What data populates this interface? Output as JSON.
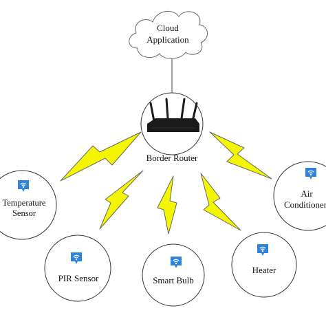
{
  "cloud": {
    "line1": "Cloud",
    "line2": "Application"
  },
  "router": {
    "label": "Border Router"
  },
  "devices": {
    "temperature": {
      "line1": "Temperature",
      "line2": "Sensor"
    },
    "air": {
      "line1": "Air",
      "line2": "Conditioner"
    },
    "pir": {
      "label": "PIR Sensor"
    },
    "bulb": {
      "label": "Smart Bulb"
    },
    "heater": {
      "label": "Heater"
    }
  },
  "icons": {
    "device_badge": "wifi-badge-icon",
    "link": "lightning-bolt-icon",
    "router": "wifi-router-icon",
    "cloud": "cloud-icon"
  },
  "colors": {
    "bolt_fill": "#f4f500",
    "badge_blue": "#2f83d9",
    "outline": "#333333",
    "router_body": "#1a1a1a"
  }
}
